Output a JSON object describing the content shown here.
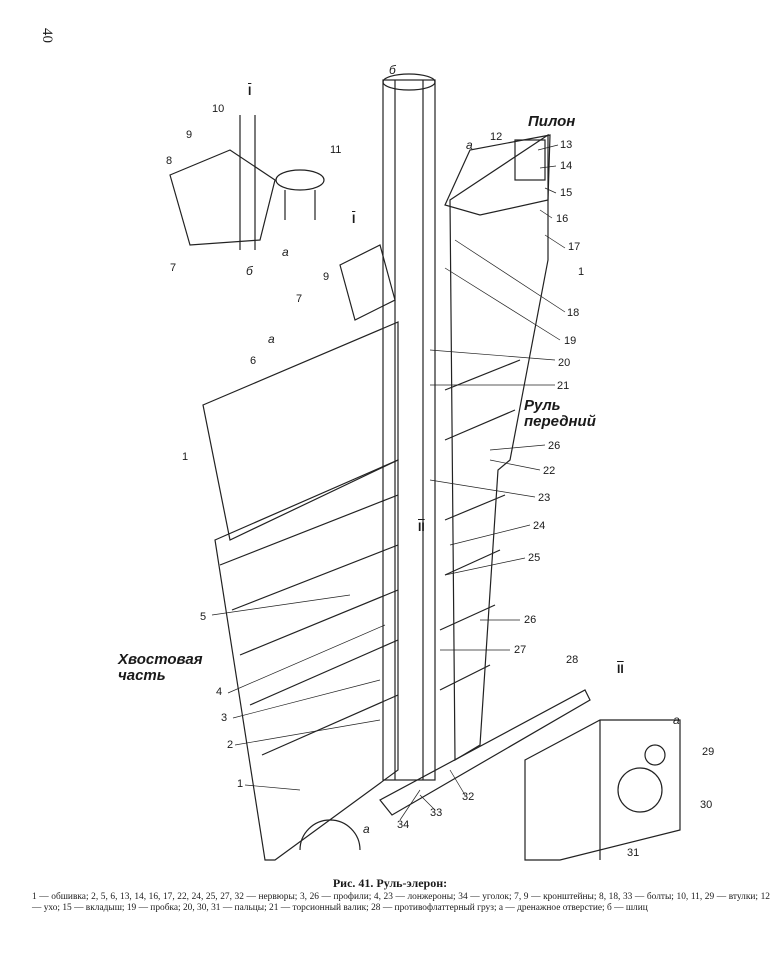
{
  "page_number": "40",
  "drawing": {
    "labels": {
      "pylon": "Пилон",
      "front_rudder": [
        "Руль",
        "передний"
      ],
      "tail_part": [
        "Хвостовая",
        "часть"
      ]
    },
    "section_marks": {
      "first": "I",
      "second": "II"
    },
    "callouts": {
      "c1": "1",
      "c2": "2",
      "c3": "3",
      "c4": "4",
      "c5": "5",
      "c6": "6",
      "c7": "7",
      "c8": "8",
      "c9": "9",
      "c10": "10",
      "c11": "11",
      "c12": "12",
      "c13": "13",
      "c14": "14",
      "c15": "15",
      "c16": "16",
      "c17": "17",
      "c18": "18",
      "c19": "19",
      "c20": "20",
      "c21": "21",
      "c22": "22",
      "c23": "23",
      "c24": "24",
      "c25": "25",
      "c26": "26",
      "c27": "27",
      "c28": "28",
      "c29": "29",
      "c30": "30",
      "c31": "31",
      "c32": "32",
      "c33": "33",
      "c34": "34",
      "a": "а",
      "b": "б"
    }
  },
  "caption": {
    "title": "Рис. 41. Руль-элерон:",
    "legend": "1 — обшивка; 2, 5, 6, 13, 14, 16, 17, 22, 24, 25, 27, 32 — нервюры; 3, 26 — профили; 4, 23 — лонжероны; 34 — уголок; 7, 9 — кронштейны; 8, 18, 33 — болты; 10, 11, 29 — втулки; 12 — ухо; 15 — вкладыш; 19 — пробка; 20, 30, 31 — пальцы; 21 — торсионный валик; 28 — противофлаттерный груз; а — дренажное отверстие; б — шлиц"
  }
}
